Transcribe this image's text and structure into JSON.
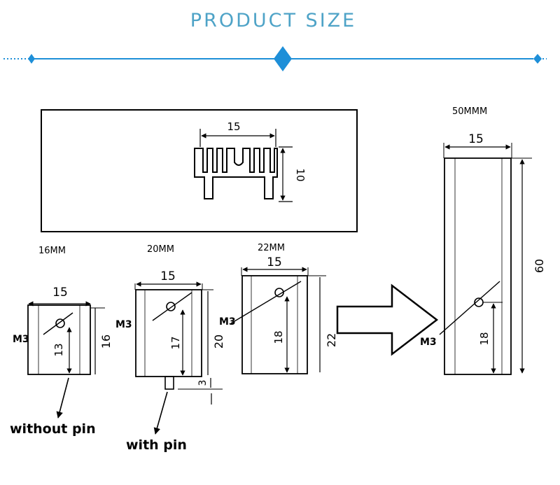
{
  "header": {
    "title": "PRODUCT SIZE",
    "accent_color": "#1e8fd8"
  },
  "cross_section": {
    "width": "15",
    "height": "10"
  },
  "models": [
    {
      "label": "16MM",
      "width": "15",
      "hole": "M3",
      "hole_height": "13",
      "height": "16",
      "note": "without pin"
    },
    {
      "label": "20MM",
      "width": "15",
      "hole": "M3",
      "hole_height": "17",
      "height": "20",
      "pin": "3",
      "note": "with pin"
    },
    {
      "label": "22MM",
      "width": "15",
      "hole": "M3",
      "hole_height": "18",
      "height": "22"
    },
    {
      "label": "50MMM",
      "width": "15",
      "hole": "M3",
      "hole_height": "18",
      "height": "60"
    }
  ]
}
